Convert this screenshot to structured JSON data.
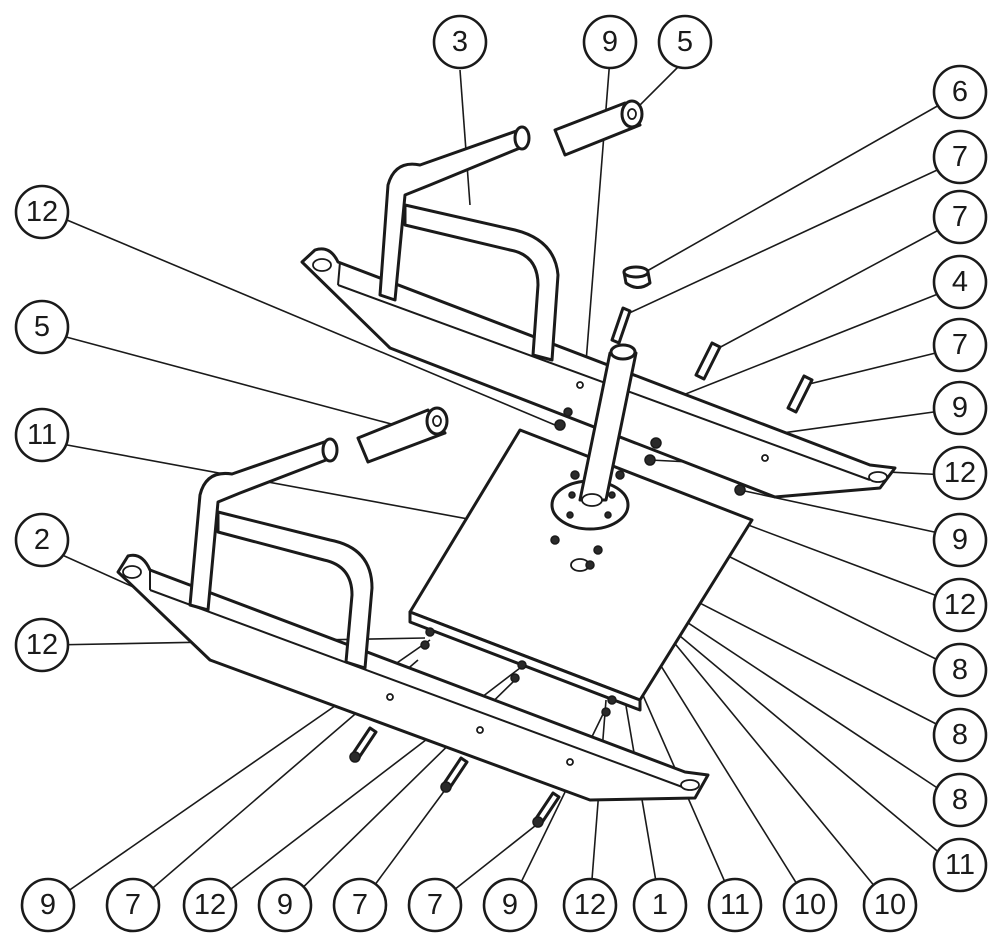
{
  "callouts": [
    {
      "id": "c3",
      "label": "3"
    },
    {
      "id": "c9a",
      "label": "9"
    },
    {
      "id": "c5a",
      "label": "5"
    },
    {
      "id": "c6",
      "label": "6"
    },
    {
      "id": "c7a",
      "label": "7"
    },
    {
      "id": "c12a",
      "label": "12"
    },
    {
      "id": "c7b",
      "label": "7"
    },
    {
      "id": "c5b",
      "label": "5"
    },
    {
      "id": "c4",
      "label": "4"
    },
    {
      "id": "c7c",
      "label": "7"
    },
    {
      "id": "c11a",
      "label": "11"
    },
    {
      "id": "c9b",
      "label": "9"
    },
    {
      "id": "c12b",
      "label": "12"
    },
    {
      "id": "c2",
      "label": "2"
    },
    {
      "id": "c9c",
      "label": "9"
    },
    {
      "id": "c12c",
      "label": "12"
    },
    {
      "id": "c12d",
      "label": "12"
    },
    {
      "id": "c8a",
      "label": "8"
    },
    {
      "id": "c8b",
      "label": "8"
    },
    {
      "id": "c8c",
      "label": "8"
    },
    {
      "id": "c11b",
      "label": "11"
    },
    {
      "id": "c9d",
      "label": "9"
    },
    {
      "id": "c7d",
      "label": "7"
    },
    {
      "id": "c12e",
      "label": "12"
    },
    {
      "id": "c9e",
      "label": "9"
    },
    {
      "id": "c7e",
      "label": "7"
    },
    {
      "id": "c7f",
      "label": "7"
    },
    {
      "id": "c9f",
      "label": "9"
    },
    {
      "id": "c12f",
      "label": "12"
    },
    {
      "id": "c1",
      "label": "1"
    },
    {
      "id": "c11c",
      "label": "11"
    },
    {
      "id": "c10a",
      "label": "10"
    },
    {
      "id": "c10b",
      "label": "10"
    }
  ]
}
